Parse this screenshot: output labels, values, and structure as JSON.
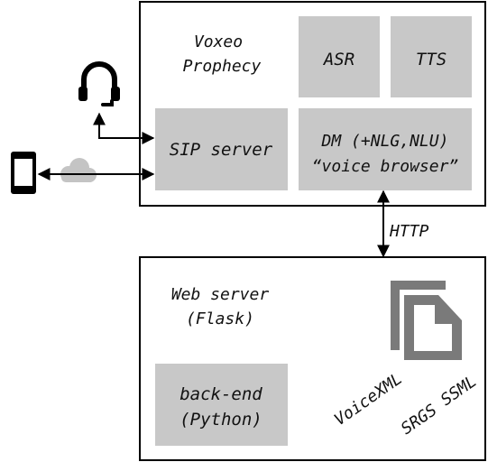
{
  "colors": {
    "box_fill": "#c8c8c8",
    "line": "#000000",
    "text": "#111111",
    "cloud": "#c4c4c4",
    "file_icon": "#7a7a7a"
  },
  "icons": {
    "headset": "headset-icon",
    "phone": "smartphone-icon",
    "cloud": "cloud-icon",
    "files": "file-copy-icon"
  },
  "voxeo": {
    "title_line1": "Voxeo",
    "title_line2": "Prophecy",
    "asr": "ASR",
    "tts": "TTS",
    "sip_server": "SIP server",
    "dm_line1": "DM (+NLG,NLU)",
    "dm_line2": "“voice browser”"
  },
  "link": {
    "http": "HTTP"
  },
  "web": {
    "title_line1": "Web server",
    "title_line2": "(Flask)",
    "backend_line1": "back-end",
    "backend_line2": "(Python)",
    "formats": [
      "VoiceXML",
      "SRGS",
      "SSML"
    ]
  }
}
